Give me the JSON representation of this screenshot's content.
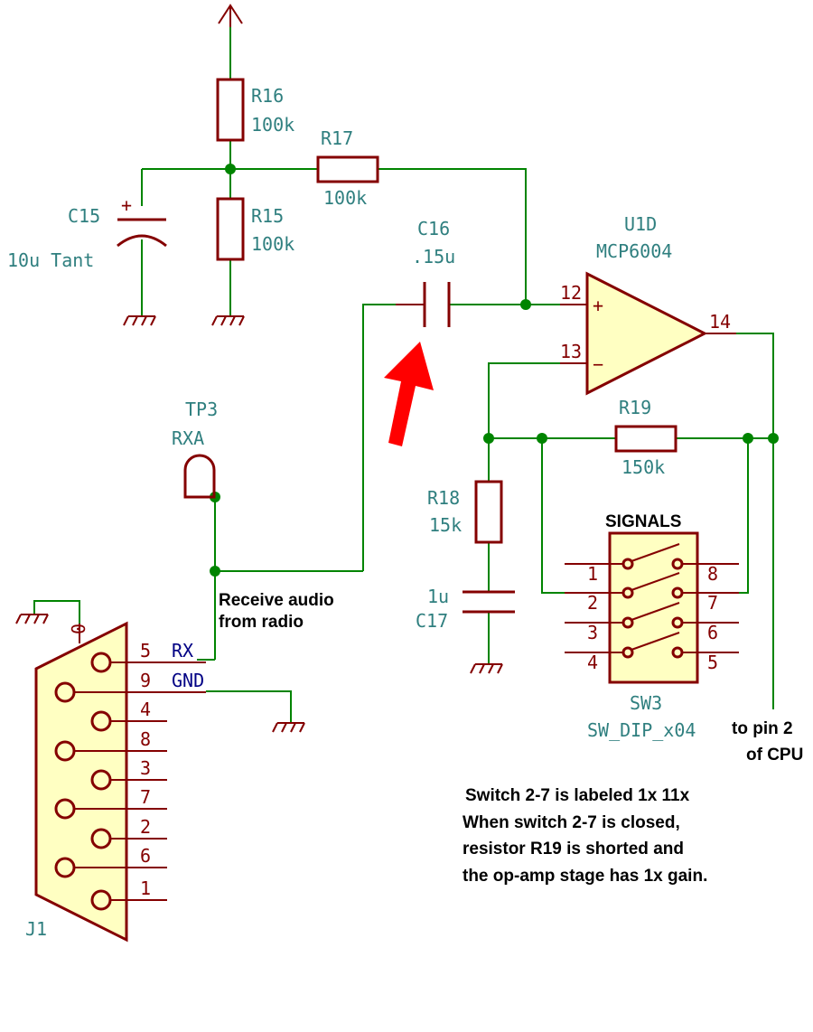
{
  "components": {
    "r16": {
      "ref": "R16",
      "value": "100k"
    },
    "r17": {
      "ref": "R17",
      "value": "100k"
    },
    "r15": {
      "ref": "R15",
      "value": "100k"
    },
    "c15": {
      "ref": "C15",
      "value": "10u Tant",
      "polarity": "+"
    },
    "c16": {
      "ref": "C16",
      "value": ".15u"
    },
    "u1d": {
      "ref": "U1D",
      "value": "MCP6004",
      "pin_plus": "12",
      "pin_minus": "13",
      "pin_out": "14",
      "sym_plus": "+",
      "sym_minus": "−"
    },
    "r19": {
      "ref": "R19",
      "value": "150k"
    },
    "r18": {
      "ref": "R18",
      "value": "15k"
    },
    "c17": {
      "ref": "C17",
      "value": "1u"
    },
    "tp3": {
      "ref": "TP3",
      "value": "RXA"
    },
    "sw3": {
      "ref": "SW3",
      "value": "SW_DIP_x04",
      "title": "SIGNALS",
      "left_pins": [
        "1",
        "2",
        "3",
        "4"
      ],
      "right_pins": [
        "8",
        "7",
        "6",
        "5"
      ]
    },
    "j1": {
      "ref": "J1",
      "shield_pin": "0",
      "pins": [
        "5",
        "9",
        "4",
        "8",
        "3",
        "7",
        "2",
        "6",
        "1"
      ],
      "net_rx": "RX",
      "net_gnd": "GND"
    }
  },
  "annotations": {
    "receive_audio": [
      "Receive audio",
      "from radio"
    ],
    "to_cpu": [
      "to pin 2",
      "of CPU"
    ],
    "note": [
      "Switch 2-7 is labeled 1x 11x",
      "When switch 2-7 is closed,",
      "resistor R19 is shorted and",
      "the op-amp stage has 1x gain."
    ]
  },
  "colors": {
    "wire": "#008400",
    "component": "#840000",
    "label": "#2f7f7f",
    "net_label": "#000084",
    "body_fill": "#ffffc2",
    "arrow": "#ff0000"
  }
}
